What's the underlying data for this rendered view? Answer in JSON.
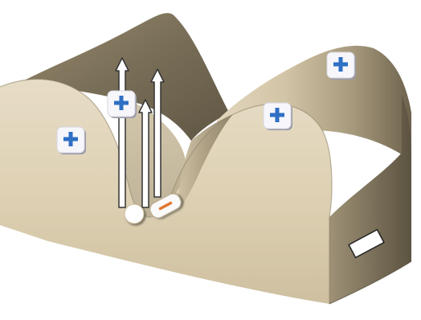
{
  "scene": {
    "background": "#ffffff",
    "surface_colors": {
      "front": "#dcceb0",
      "top_light": "#e6dcc7",
      "dark": "#7c7058",
      "edge": "#6e6350"
    },
    "positive_charges": [
      {
        "id": "charge-left-ridge",
        "symbol": "+"
      },
      {
        "id": "charge-left-wall",
        "symbol": "+"
      },
      {
        "id": "charge-right-slope",
        "symbol": "+"
      },
      {
        "id": "charge-right-top",
        "symbol": "+"
      }
    ],
    "negative_charge": {
      "symbol": "−",
      "color": "#e2762a"
    },
    "neutral_particle": {
      "color": "#ffffff"
    },
    "arrows": [
      {
        "id": "arrow-tall"
      },
      {
        "id": "arrow-short"
      },
      {
        "id": "arrow-medium"
      }
    ],
    "plus_color": "#2f6fc4",
    "chip_face": "#f6f6fb",
    "chip_shadow": "#9a9aa6",
    "label_box": {
      "text": ""
    }
  }
}
